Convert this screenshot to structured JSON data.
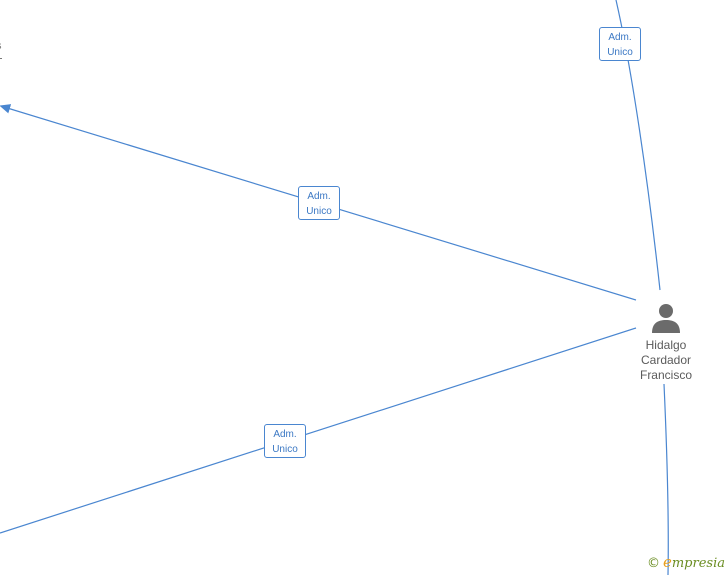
{
  "person": {
    "name_lines": [
      "Hidalgo",
      "Cardador",
      "Francisco"
    ]
  },
  "edges": [
    {
      "role_line1": "Adm.",
      "role_line2": "Unico"
    },
    {
      "role_line1": "Adm.",
      "role_line2": "Unico"
    },
    {
      "role_line1": "Adm.",
      "role_line2": "Unico"
    }
  ],
  "offscreen_node_text": "s",
  "brand": {
    "copyright": "©",
    "initial": "e",
    "rest": "mpresia"
  },
  "colors": {
    "edge": "#4a86d0",
    "person_icon": "#6b6b6b",
    "text": "#5b5b5b",
    "brand_green": "#6b8e23",
    "brand_orange": "#e8a020"
  }
}
